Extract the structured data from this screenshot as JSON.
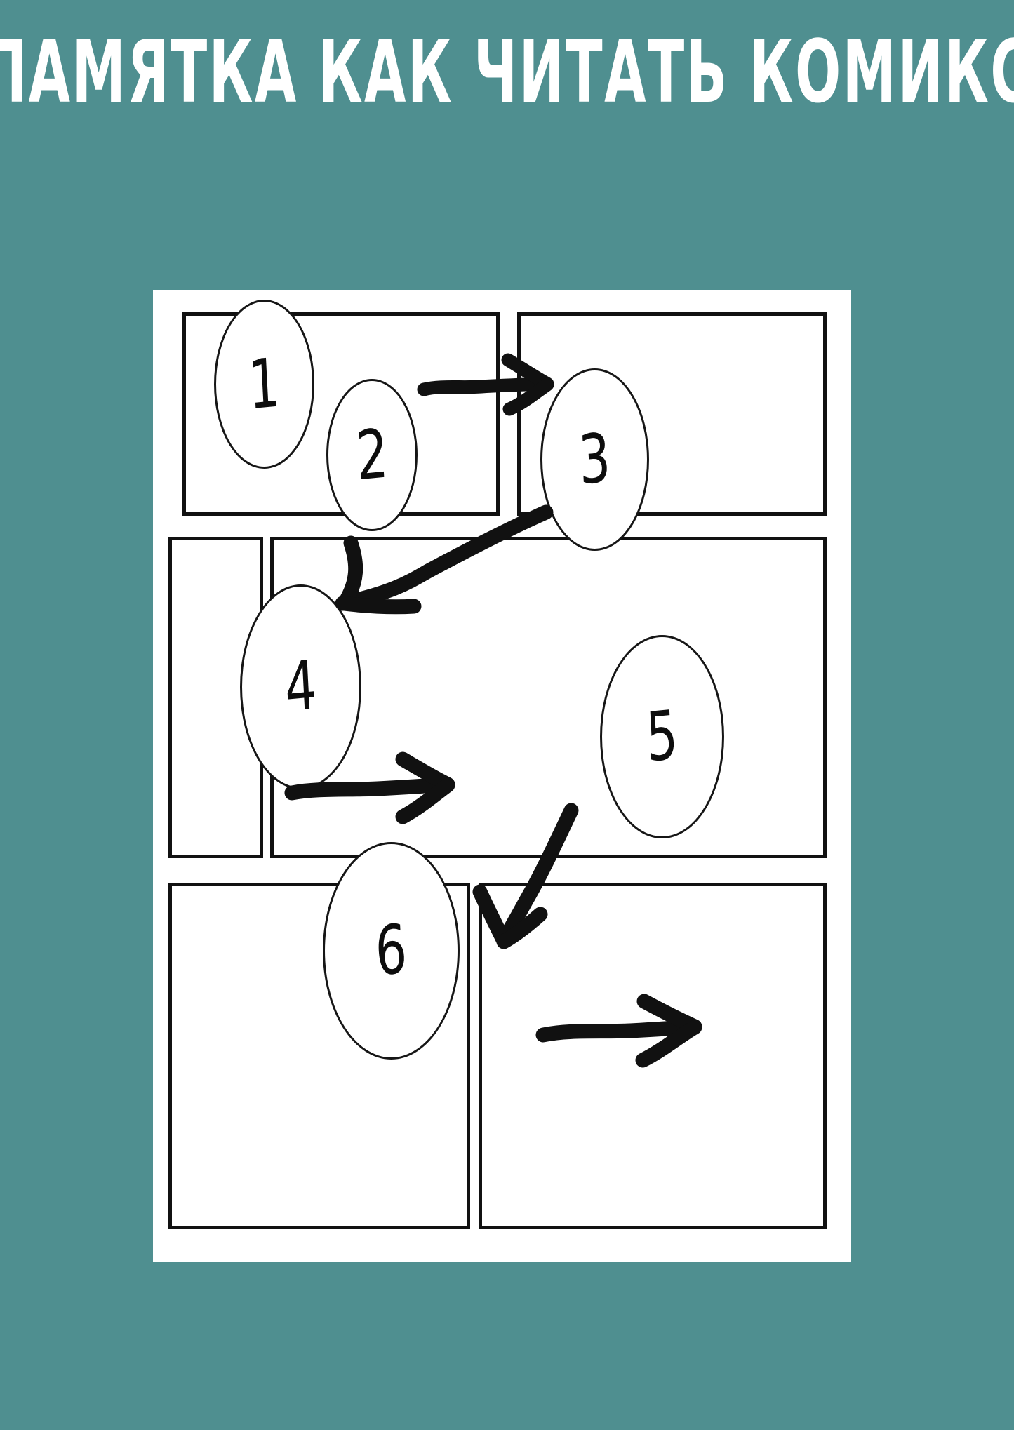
{
  "poster": {
    "background_color": "#4f8f90",
    "sheet_color": "#ffffff",
    "ink_color": "#111111",
    "title": "ПАМЯТКА КАК ЧИТАТЬ КОМИКС"
  },
  "diagram": {
    "type": "reading-order-guide",
    "bubbles": [
      {
        "id": "bubble-1",
        "label": "1"
      },
      {
        "id": "bubble-2",
        "label": "2"
      },
      {
        "id": "bubble-3",
        "label": "3"
      },
      {
        "id": "bubble-4",
        "label": "4"
      },
      {
        "id": "bubble-5",
        "label": "5"
      },
      {
        "id": "bubble-6",
        "label": "6"
      }
    ],
    "panels": [
      {
        "id": "panel-row1-left",
        "row": 1,
        "position": "left"
      },
      {
        "id": "panel-row1-right",
        "row": 1,
        "position": "right"
      },
      {
        "id": "panel-row2-left",
        "row": 2,
        "position": "left"
      },
      {
        "id": "panel-row2-right",
        "row": 2,
        "position": "right"
      },
      {
        "id": "panel-row3-left",
        "row": 3,
        "position": "left"
      },
      {
        "id": "panel-row3-right",
        "row": 3,
        "position": "right"
      }
    ],
    "arrows": [
      {
        "id": "arrow-1-to-3",
        "direction": "right",
        "from": "1",
        "to": "3"
      },
      {
        "id": "arrow-3-to-4",
        "direction": "down-left",
        "from": "3",
        "to": "4"
      },
      {
        "id": "arrow-4-to-5",
        "direction": "right",
        "from": "4",
        "to": "5"
      },
      {
        "id": "arrow-5-to-6",
        "direction": "down-left",
        "from": "5",
        "to": "6"
      },
      {
        "id": "arrow-6-to-next",
        "direction": "right",
        "from": "6",
        "to": "next"
      }
    ]
  }
}
